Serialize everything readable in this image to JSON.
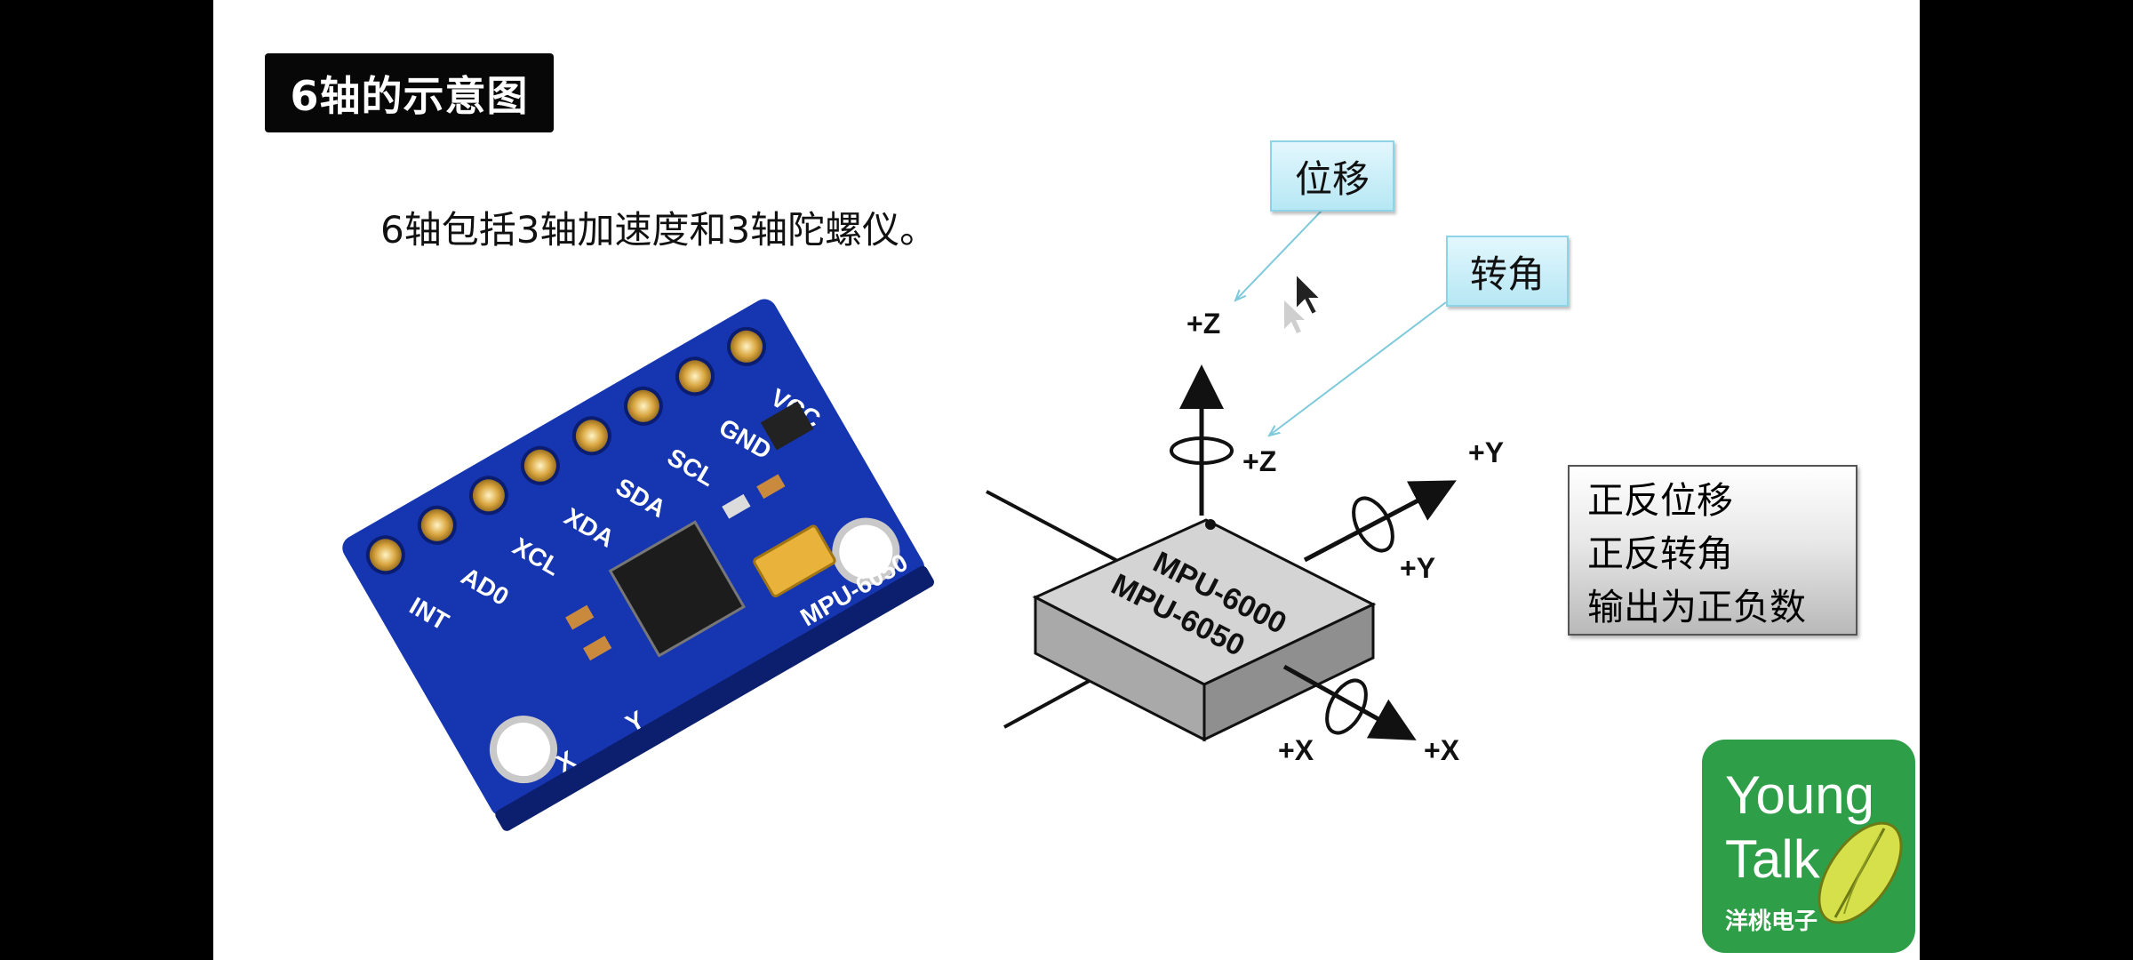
{
  "slide": {
    "title": "6轴的示意图",
    "subtitle": "6轴包括3轴加速度和3轴陀螺仪。"
  },
  "callouts": {
    "displacement": "位移",
    "rotation": "转角"
  },
  "axes": {
    "z_up": "+Z",
    "z_rot": "+Z",
    "y_axis": "+Y",
    "y_rot": "+Y",
    "x_axis": "+X",
    "x_rot": "+X"
  },
  "chip": {
    "line1": "MPU-6000",
    "line2": "MPU-6050"
  },
  "board": {
    "pins": [
      "INT",
      "AD0",
      "XCL",
      "XDA",
      "SDA",
      "SCL",
      "GND",
      "VCC"
    ],
    "model": "MPU-6050",
    "mark_x": "X",
    "mark_y": "Y",
    "board_color": "#1e3ec0"
  },
  "notes": {
    "line1": "正反位移",
    "line2": "正反转角",
    "line3": "输出为正负数"
  },
  "logo": {
    "line1": "Young",
    "line2": "Talk",
    "line3": "洋桃电子",
    "color": "#2f9e48"
  }
}
